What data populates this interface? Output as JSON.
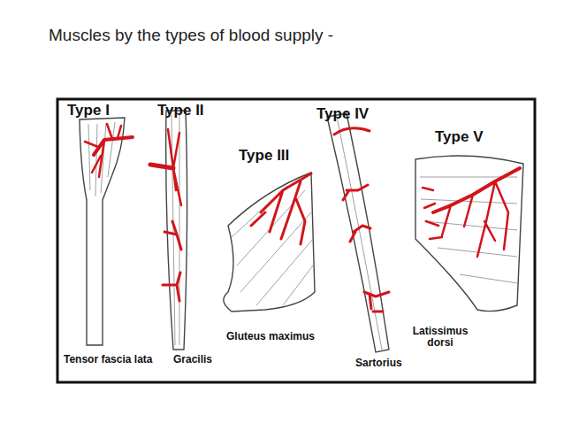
{
  "diagram": {
    "title": "Muscles by the types of blood supply -",
    "labels": [
      "Type I",
      "Type II",
      "Type III",
      "Type IV",
      "Type V",
      "Tensor fascia lata",
      "Gracilis",
      "Gluteus maximus",
      "Sartorius",
      "Latissimus dorsi"
    ]
  }
}
